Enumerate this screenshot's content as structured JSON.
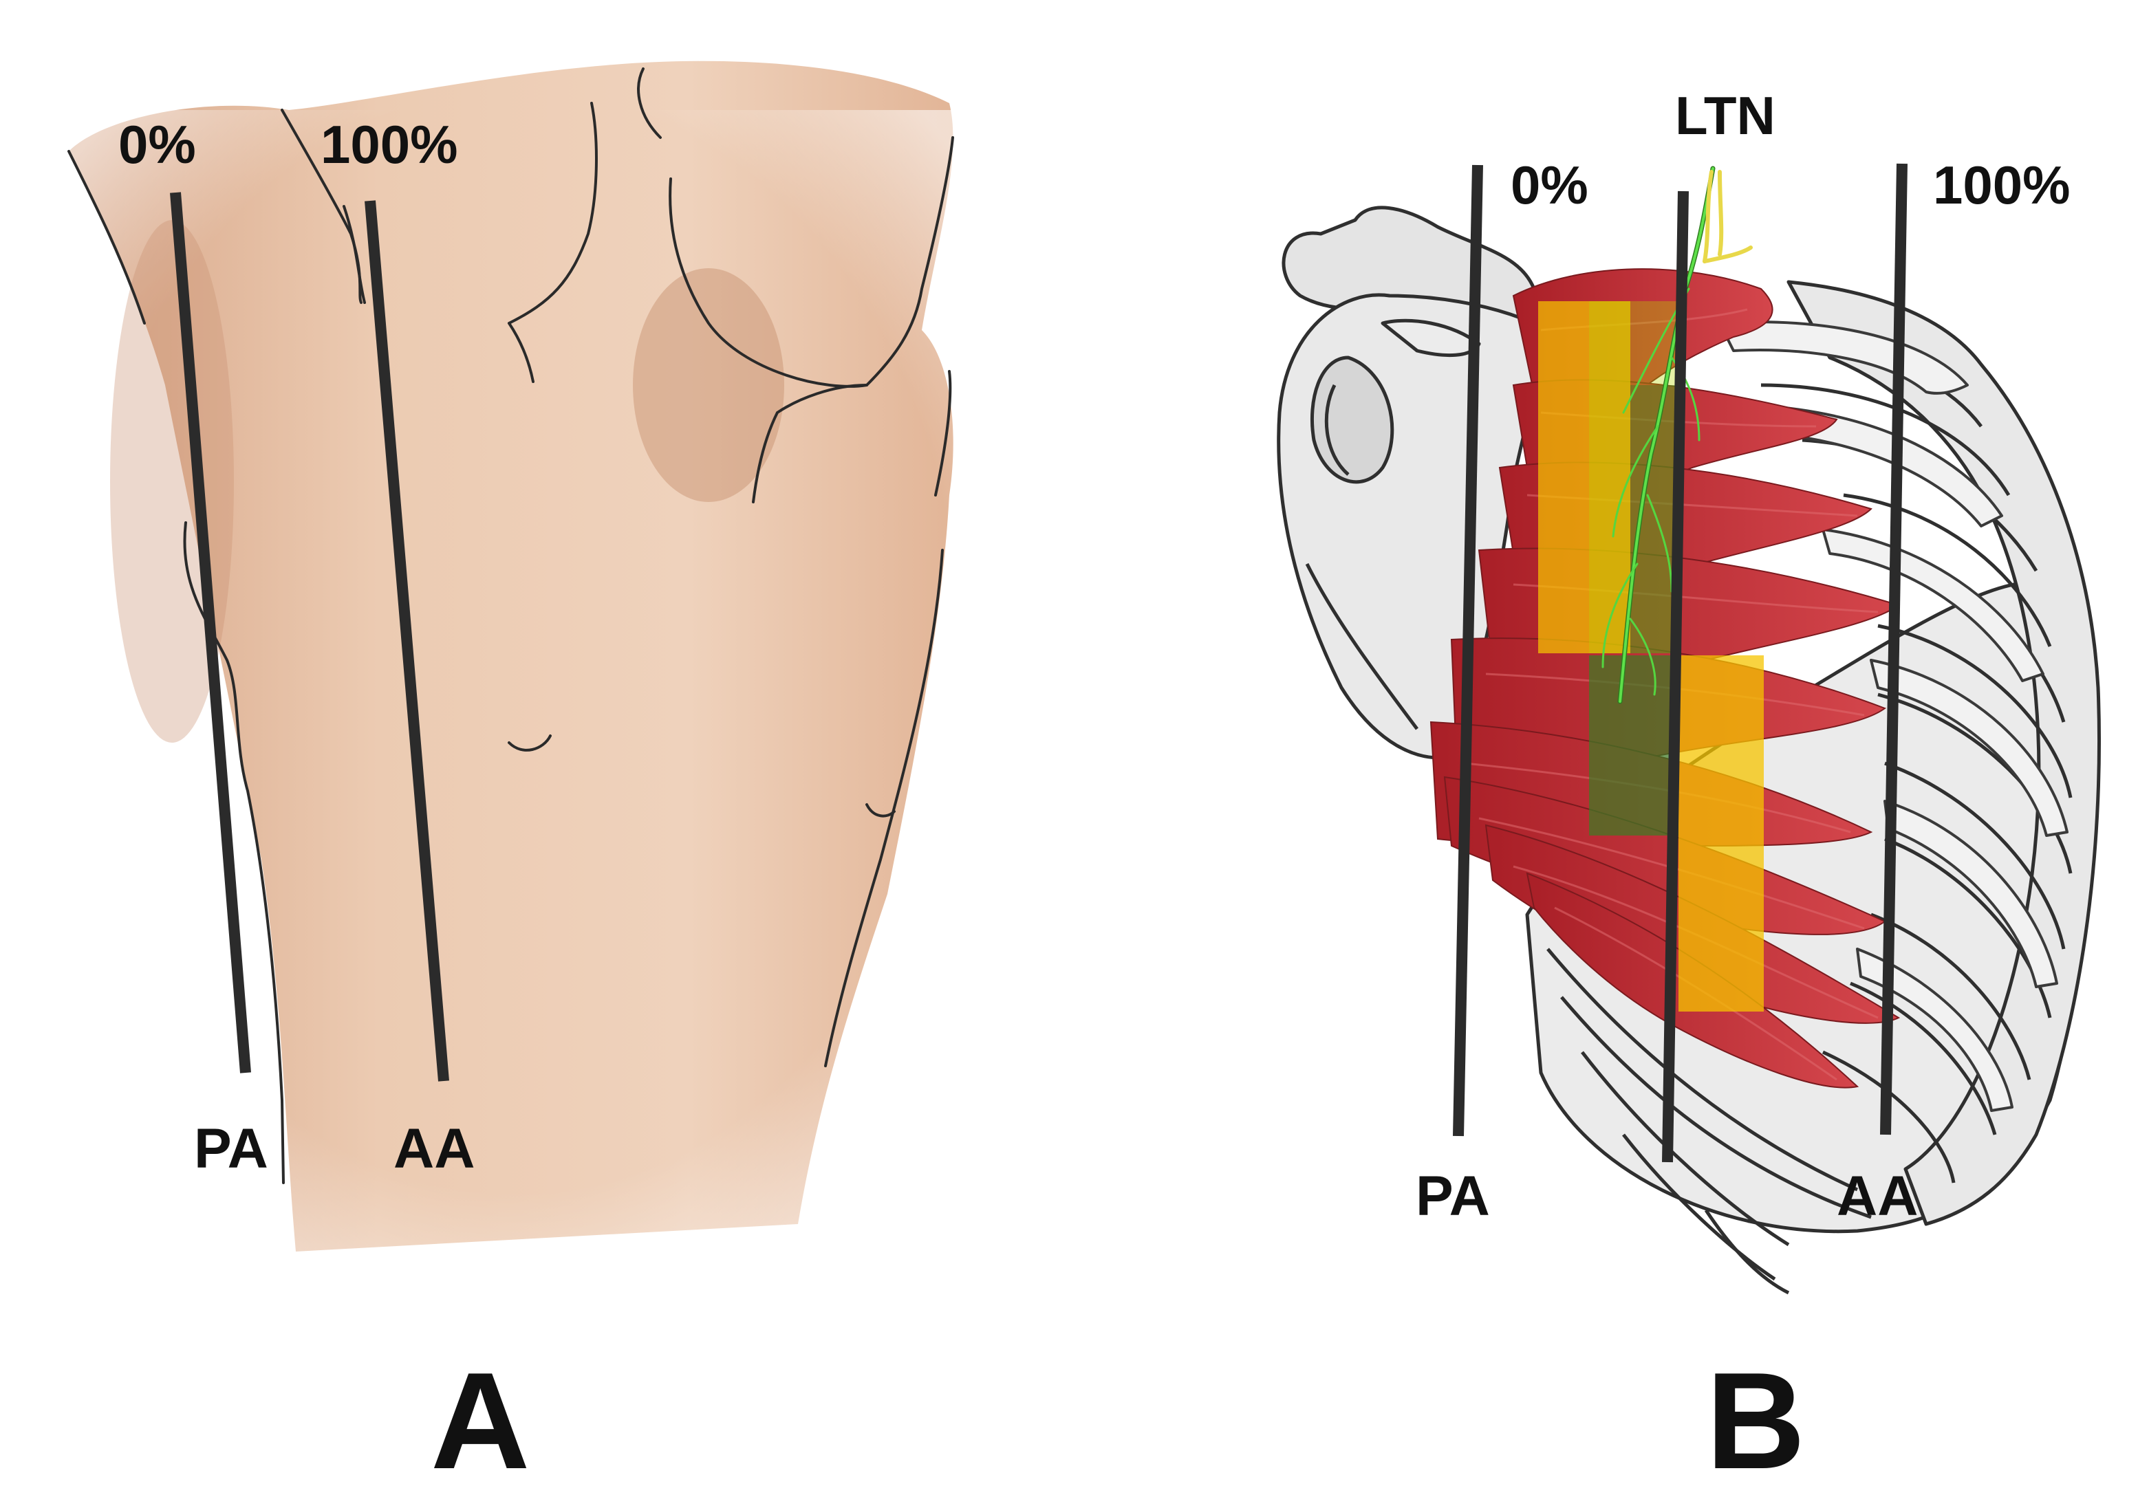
{
  "panel_a": {
    "letter": "A",
    "label_0": "0%",
    "label_100": "100%",
    "label_pa": "PA",
    "label_aa": "AA"
  },
  "panel_b": {
    "letter": "B",
    "label_0": "0%",
    "label_100": "100%",
    "label_ltn": "LTN",
    "label_pa": "PA",
    "label_aa": "AA"
  },
  "colors": {
    "line": "#2b2b2b",
    "skin": "#e9c3a6",
    "skin_shadow": "#c99375",
    "bone": "#e6e6e6",
    "bone_outline": "#3a3a3a",
    "muscle": "#b8262e",
    "nerve": "#4fd13c",
    "zone_yellow": "#f5c400",
    "zone_green": "#3f7a24"
  }
}
